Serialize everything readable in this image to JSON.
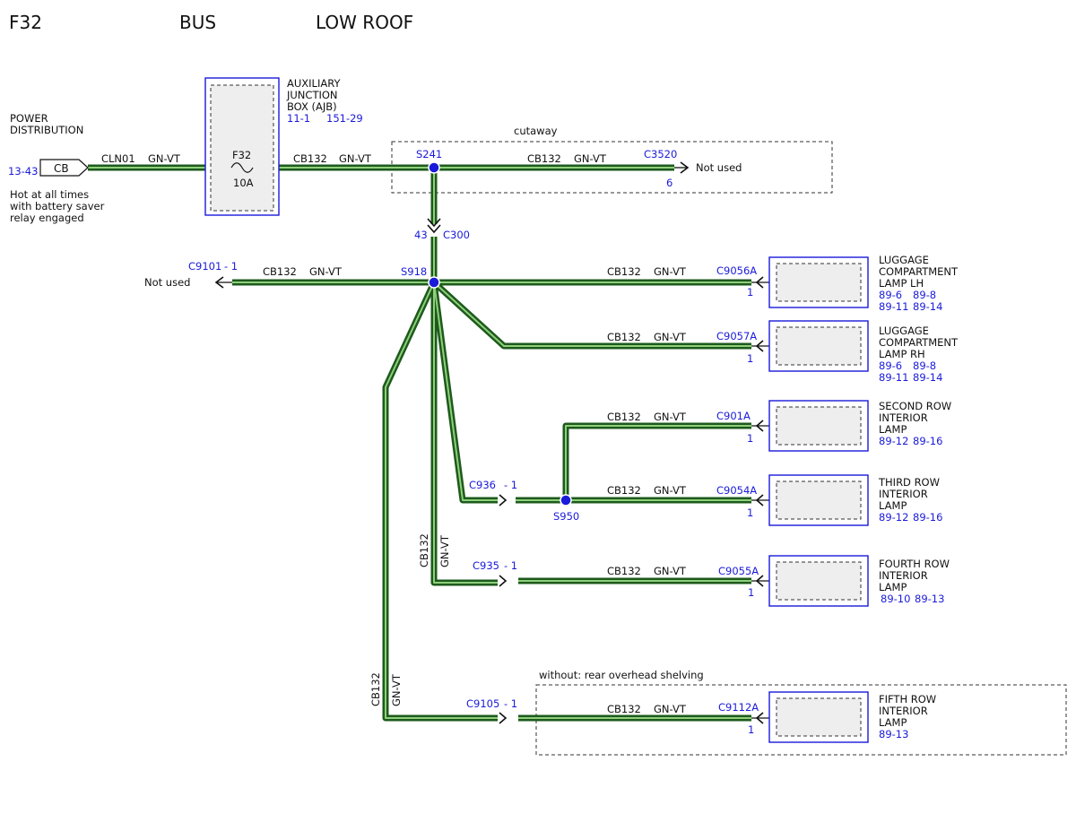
{
  "header": {
    "fuse": "F32",
    "vehicle": "BUS",
    "roof": "LOW ROOF"
  },
  "colors": {
    "wire_dark": "#1d5a1d",
    "wire_light": "#8fcf7a",
    "ref_blue": "#1a1adb",
    "box_blue": "#1a1adb",
    "component_fill": "#eeeeee"
  },
  "power": {
    "label_1": "POWER",
    "label_2": "DISTRIBUTION",
    "ref": "13-43",
    "connector": "CB",
    "note_1": "Hot at all times",
    "note_2": "with battery saver",
    "note_3": "relay engaged",
    "circuit": "CLN01",
    "color": "GN-VT"
  },
  "ajb": {
    "name_1": "AUXILIARY",
    "name_2": "JUNCTION",
    "name_3": "BOX (AJB)",
    "ref_1": "11-1",
    "ref_2": "151-29",
    "fuse": "F32",
    "rating": "10A"
  },
  "cutaway": {
    "label": "cutaway",
    "splice": "S241",
    "circuit_left": "CB132",
    "color_left": "GN-VT",
    "circuit_right": "CB132",
    "color_right": "GN-VT",
    "connector": "C3520",
    "pin": "6",
    "status": "Not used"
  },
  "c300": {
    "pin": "43",
    "name": "C300"
  },
  "s918": {
    "name": "S918",
    "left_connector": "C9101",
    "left_pin": "- 1",
    "left_circuit": "CB132",
    "left_color": "GN-VT",
    "left_status": "Not used"
  },
  "s950": {
    "name": "S950",
    "connector": "C936",
    "pin": "- 1"
  },
  "branch_c935": {
    "connector": "C935",
    "pin": "- 1",
    "circuit": "CB132",
    "color": "GN-VT"
  },
  "branch_c9105": {
    "connector": "C9105",
    "pin": "- 1",
    "circuit": "CB132",
    "color": "GN-VT"
  },
  "shelving": {
    "label": "without: rear overhead shelving"
  },
  "loads": [
    {
      "circuit": "CB132",
      "color": "GN-VT",
      "connector": "C9056A",
      "pin": "1",
      "name_1": "LUGGAGE",
      "name_2": "COMPARTMENT",
      "name_3": "LAMP LH",
      "ref_a": "89-6",
      "ref_b": "89-8",
      "ref_c": "89-11",
      "ref_d": "89-14"
    },
    {
      "circuit": "CB132",
      "color": "GN-VT",
      "connector": "C9057A",
      "pin": "1",
      "name_1": "LUGGAGE",
      "name_2": "COMPARTMENT",
      "name_3": "LAMP RH",
      "ref_a": "89-6",
      "ref_b": "89-8",
      "ref_c": "89-11",
      "ref_d": "89-14"
    },
    {
      "circuit": "CB132",
      "color": "GN-VT",
      "connector": "C901A",
      "pin": "1",
      "name_1": "SECOND ROW",
      "name_2": "INTERIOR",
      "name_3": "LAMP",
      "ref_a": "89-12",
      "ref_b": "89-16"
    },
    {
      "circuit": "CB132",
      "color": "GN-VT",
      "connector": "C9054A",
      "pin": "1",
      "name_1": "THIRD ROW",
      "name_2": "INTERIOR",
      "name_3": "LAMP",
      "ref_a": "89-12",
      "ref_b": "89-16"
    },
    {
      "circuit": "CB132",
      "color": "GN-VT",
      "connector": "C9055A",
      "pin": "1",
      "name_1": "FOURTH ROW",
      "name_2": "INTERIOR",
      "name_3": "LAMP",
      "ref_a": "89-10",
      "ref_b": "89-13"
    },
    {
      "circuit": "CB132",
      "color": "GN-VT",
      "connector": "C9112A",
      "pin": "1",
      "name_1": "FIFTH ROW",
      "name_2": "INTERIOR",
      "name_3": "LAMP",
      "ref_a": "89-13"
    }
  ]
}
